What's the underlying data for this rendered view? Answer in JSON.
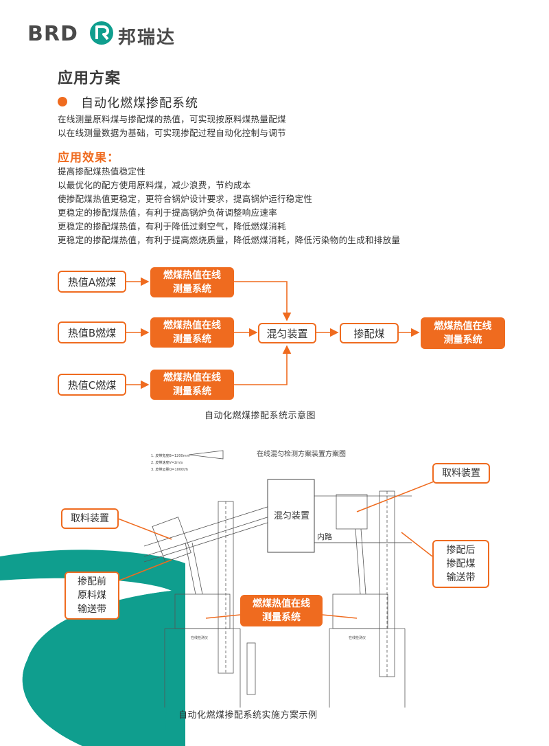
{
  "header": {
    "logo_text": "BRD",
    "logo_cn": "邦瑞达"
  },
  "section_title": "应用方案",
  "sub_title": "自动化燃煤掺配系统",
  "intro": [
    "在线测量原料煤与掺配煤的热值，可实现按原料煤热量配煤",
    "以在线测量数据为基础，可实现掺配过程自动化控制与调节"
  ],
  "effect_title": "应用效果：",
  "effects": [
    "提高掺配煤热值稳定性",
    "以最优化的配方使用原料煤，减少浪费，节约成本",
    "使掺配煤热值更稳定，更符合锅炉设计要求，提高锅炉运行稳定性",
    "更稳定的掺配煤热值，有利于提高锅炉负荷调整响应速率",
    "更稳定的掺配煤热值，有利于降低过剩空气，降低燃煤消耗",
    "更稳定的掺配煤热值，有利于提高燃烧质量，降低燃煤消耗，降低污染物的生成和排放量"
  ],
  "flow": {
    "coal_a": "热值A燃煤",
    "coal_b": "热值B燃煤",
    "coal_c": "热值C燃煤",
    "measure_line1": "燃煤热值在线",
    "measure_line2": "测量系统",
    "mixer": "混匀装置",
    "blended": "掺配煤",
    "caption": "自动化燃煤掺配系统示意图"
  },
  "drawing": {
    "title": "在线混匀检测方案装置方案图",
    "mixer_label": "混匀装置",
    "road_label": "内路",
    "notes": [
      "1. 皮带宽度B=1200mm",
      "2. 皮带速度V=2m/s",
      "3. 皮带运量Q=1000t/h"
    ],
    "station_label": "在线检测仪",
    "callout_sampler": "取料装置",
    "callout_before": [
      "掺配前",
      "原料煤",
      "输送带"
    ],
    "callout_after": [
      "掺配后",
      "掺配煤",
      "输送带"
    ],
    "callout_measure": [
      "燃煤热值在线",
      "测量系统"
    ],
    "caption": "自动化燃煤掺配系统实施方案示例"
  },
  "colors": {
    "accent": "#ef6b1f",
    "teal": "#0f9e8e"
  }
}
